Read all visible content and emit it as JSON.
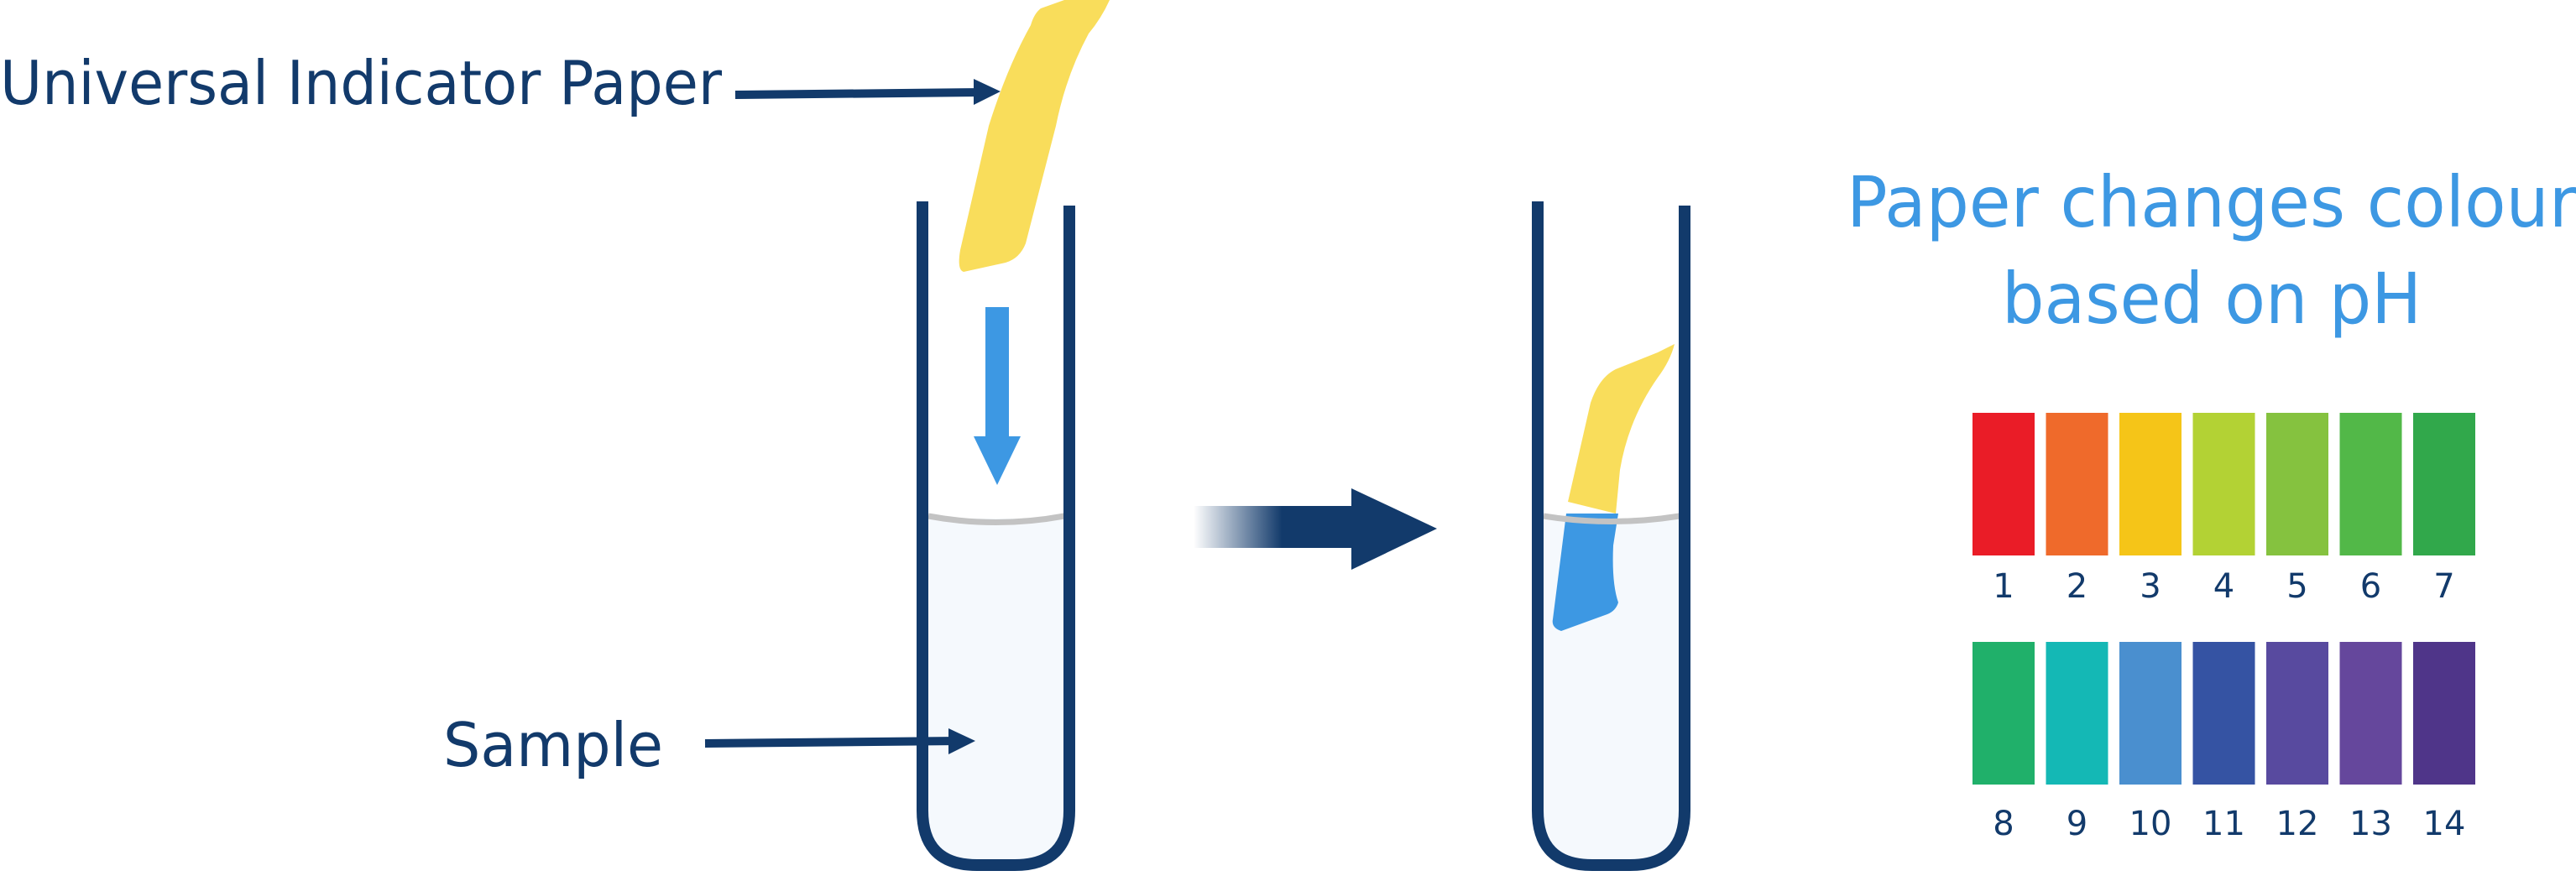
{
  "labels": {
    "paper": "Universal Indicator Paper",
    "sample": "Sample",
    "caption_line1": "Paper changes colour",
    "caption_line2": "based on pH"
  },
  "colors": {
    "tube_outline": "#123a6b",
    "liquid": "#f5f9fd",
    "paper_yellow": "#f9dd5b",
    "paper_wet": "#3d98e3",
    "arrow_dark": "#123a6b",
    "arrow_blue": "#3d98e3"
  },
  "ph_scale": [
    {
      "value": "1",
      "color": "#ea1c27"
    },
    {
      "value": "2",
      "color": "#ef6a2b"
    },
    {
      "value": "3",
      "color": "#f5c518"
    },
    {
      "value": "4",
      "color": "#b3d234"
    },
    {
      "value": "5",
      "color": "#85c23f"
    },
    {
      "value": "6",
      "color": "#52b848"
    },
    {
      "value": "7",
      "color": "#31a84b"
    },
    {
      "value": "8",
      "color": "#20b06a"
    },
    {
      "value": "9",
      "color": "#14b8b5"
    },
    {
      "value": "10",
      "color": "#4a8fcf"
    },
    {
      "value": "11",
      "color": "#3553a3"
    },
    {
      "value": "12",
      "color": "#584a9f"
    },
    {
      "value": "13",
      "color": "#65479c"
    },
    {
      "value": "14",
      "color": "#4f3589"
    }
  ]
}
